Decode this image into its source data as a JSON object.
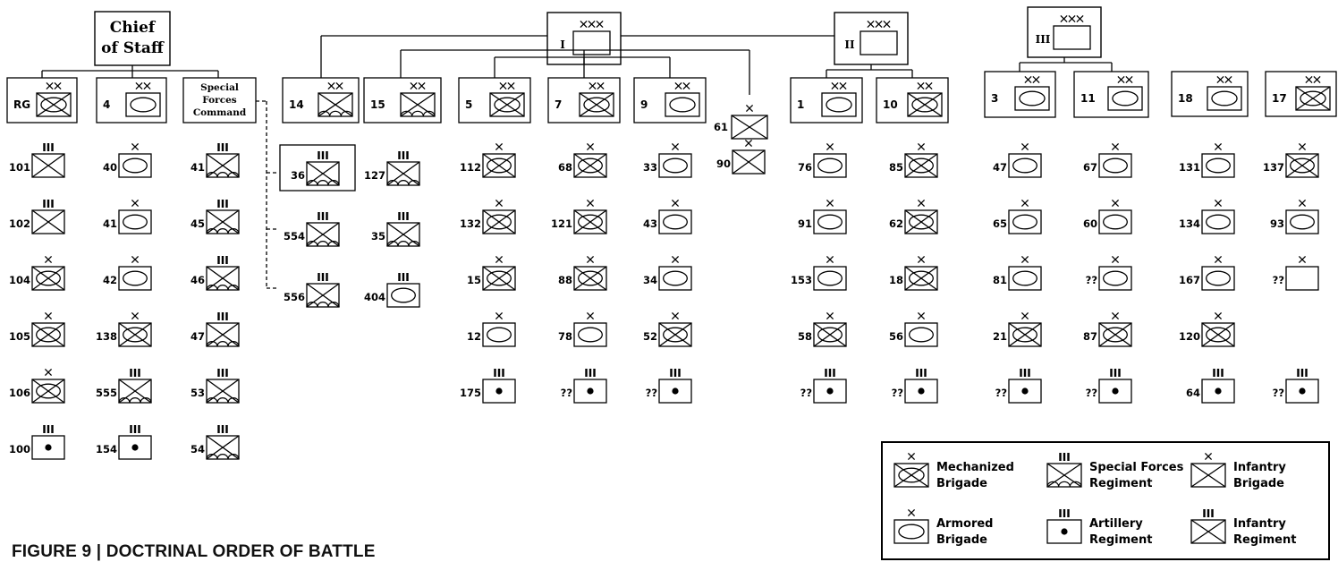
{
  "caption": "FIGURE 9 | DOCTRINAL ORDER OF BATTLE",
  "headquarters": [
    {
      "key": "cos",
      "line1": "Chief",
      "line2": "of Staff"
    },
    {
      "key": "corps-1",
      "label": "I",
      "echelon": "XXX"
    },
    {
      "key": "corps-2",
      "label": "II",
      "echelon": "XXX"
    },
    {
      "key": "corps-3",
      "label": "III",
      "echelon": "XXX"
    }
  ],
  "divisions": [
    {
      "key": "rg",
      "label": "RG",
      "type": "mech",
      "echelon": "XX"
    },
    {
      "key": "div-4",
      "label": "4",
      "type": "armor",
      "echelon": "XX"
    },
    {
      "key": "sfc",
      "lines": [
        "Special",
        "Forces",
        "Command"
      ]
    },
    {
      "key": "div-14",
      "label": "14",
      "type": "sf",
      "echelon": "XX"
    },
    {
      "key": "div-15",
      "label": "15",
      "type": "sf",
      "echelon": "XX"
    },
    {
      "key": "div-5",
      "label": "5",
      "type": "mech",
      "echelon": "XX"
    },
    {
      "key": "div-7",
      "label": "7",
      "type": "mech",
      "echelon": "XX"
    },
    {
      "key": "div-9",
      "label": "9",
      "type": "armor",
      "echelon": "XX"
    },
    {
      "key": "bde-61",
      "label": "61",
      "type": "inf",
      "echelon": "X"
    },
    {
      "key": "div-1",
      "label": "1",
      "type": "armor",
      "echelon": "XX"
    },
    {
      "key": "div-10",
      "label": "10",
      "type": "mech",
      "echelon": "XX"
    },
    {
      "key": "div-3",
      "label": "3",
      "type": "armor",
      "echelon": "XX"
    },
    {
      "key": "div-11",
      "label": "11",
      "type": "armor",
      "echelon": "XX"
    },
    {
      "key": "div-18",
      "label": "18",
      "type": "armor",
      "echelon": "XX"
    },
    {
      "key": "div-17",
      "label": "17",
      "type": "mech",
      "echelon": "XX"
    }
  ],
  "columns": [
    {
      "key": "col-rg",
      "units": [
        {
          "label": "101",
          "type": "inf",
          "echelon": "III"
        },
        {
          "label": "102",
          "type": "inf",
          "echelon": "III"
        },
        {
          "label": "104",
          "type": "mech",
          "echelon": "X"
        },
        {
          "label": "105",
          "type": "mech",
          "echelon": "X"
        },
        {
          "label": "106",
          "type": "mech",
          "echelon": "X"
        },
        {
          "label": "100",
          "type": "art",
          "echelon": "III"
        }
      ]
    },
    {
      "key": "col-4",
      "units": [
        {
          "label": "40",
          "type": "armor",
          "echelon": "X"
        },
        {
          "label": "41",
          "type": "armor",
          "echelon": "X"
        },
        {
          "label": "42",
          "type": "armor",
          "echelon": "X"
        },
        {
          "label": "138",
          "type": "mech",
          "echelon": "X"
        },
        {
          "label": "555",
          "type": "sf",
          "echelon": "III"
        },
        {
          "label": "154",
          "type": "art",
          "echelon": "III"
        }
      ]
    },
    {
      "key": "col-sfc",
      "units": [
        {
          "label": "41",
          "type": "sf",
          "echelon": "III"
        },
        {
          "label": "45",
          "type": "sf",
          "echelon": "III"
        },
        {
          "label": "46",
          "type": "sf",
          "echelon": "III"
        },
        {
          "label": "47",
          "type": "sf",
          "echelon": "III"
        },
        {
          "label": "53",
          "type": "sf",
          "echelon": "III"
        },
        {
          "label": "54",
          "type": "sf",
          "echelon": "III"
        }
      ]
    },
    {
      "key": "col-14",
      "units": [
        {
          "label": "36",
          "type": "sf",
          "echelon": "III",
          "boxed": true
        },
        {
          "label": "554",
          "type": "sf",
          "echelon": "III"
        },
        {
          "label": "556",
          "type": "sf",
          "echelon": "III"
        }
      ]
    },
    {
      "key": "col-15",
      "units": [
        {
          "label": "127",
          "type": "sf",
          "echelon": "III"
        },
        {
          "label": "35",
          "type": "sf",
          "echelon": "III"
        },
        {
          "label": "404",
          "type": "armor",
          "echelon": "III"
        }
      ]
    },
    {
      "key": "col-5",
      "units": [
        {
          "label": "112",
          "type": "mech",
          "echelon": "X"
        },
        {
          "label": "132",
          "type": "mech",
          "echelon": "X"
        },
        {
          "label": "15",
          "type": "mech",
          "echelon": "X"
        },
        {
          "label": "12",
          "type": "armor",
          "echelon": "X"
        },
        {
          "label": "175",
          "type": "art",
          "echelon": "III"
        }
      ]
    },
    {
      "key": "col-7",
      "units": [
        {
          "label": "68",
          "type": "mech",
          "echelon": "X"
        },
        {
          "label": "121",
          "type": "mech",
          "echelon": "X"
        },
        {
          "label": "88",
          "type": "mech",
          "echelon": "X"
        },
        {
          "label": "78",
          "type": "armor",
          "echelon": "X"
        },
        {
          "label": "??",
          "type": "art",
          "echelon": "III"
        }
      ]
    },
    {
      "key": "col-9",
      "units": [
        {
          "label": "33",
          "type": "armor",
          "echelon": "X"
        },
        {
          "label": "43",
          "type": "armor",
          "echelon": "X"
        },
        {
          "label": "34",
          "type": "armor",
          "echelon": "X"
        },
        {
          "label": "52",
          "type": "mech",
          "echelon": "X"
        },
        {
          "label": "??",
          "type": "art",
          "echelon": "III"
        }
      ]
    },
    {
      "key": "col-61",
      "units": [
        {
          "label": "90",
          "type": "inf",
          "echelon": "X"
        }
      ]
    },
    {
      "key": "col-1",
      "units": [
        {
          "label": "76",
          "type": "armor",
          "echelon": "X"
        },
        {
          "label": "91",
          "type": "armor",
          "echelon": "X"
        },
        {
          "label": "153",
          "type": "armor",
          "echelon": "X"
        },
        {
          "label": "58",
          "type": "mech",
          "echelon": "X"
        },
        {
          "label": "??",
          "type": "art",
          "echelon": "III"
        }
      ]
    },
    {
      "key": "col-10",
      "units": [
        {
          "label": "85",
          "type": "mech",
          "echelon": "X"
        },
        {
          "label": "62",
          "type": "mech",
          "echelon": "X"
        },
        {
          "label": "18",
          "type": "mech",
          "echelon": "X"
        },
        {
          "label": "56",
          "type": "armor",
          "echelon": "X"
        },
        {
          "label": "??",
          "type": "art",
          "echelon": "III"
        }
      ]
    },
    {
      "key": "col-3",
      "units": [
        {
          "label": "47",
          "type": "armor",
          "echelon": "X"
        },
        {
          "label": "65",
          "type": "armor",
          "echelon": "X"
        },
        {
          "label": "81",
          "type": "armor",
          "echelon": "X"
        },
        {
          "label": "21",
          "type": "mech",
          "echelon": "X"
        },
        {
          "label": "??",
          "type": "art",
          "echelon": "III"
        }
      ]
    },
    {
      "key": "col-11",
      "units": [
        {
          "label": "67",
          "type": "armor",
          "echelon": "X"
        },
        {
          "label": "60",
          "type": "armor",
          "echelon": "X"
        },
        {
          "label": "??",
          "type": "armor",
          "echelon": "X"
        },
        {
          "label": "87",
          "type": "mech",
          "echelon": "X"
        },
        {
          "label": "??",
          "type": "art",
          "echelon": "III"
        }
      ]
    },
    {
      "key": "col-18",
      "units": [
        {
          "label": "131",
          "type": "armor",
          "echelon": "X"
        },
        {
          "label": "134",
          "type": "armor",
          "echelon": "X"
        },
        {
          "label": "167",
          "type": "armor",
          "echelon": "X"
        },
        {
          "label": "120",
          "type": "mech",
          "echelon": "X"
        },
        {
          "label": "64",
          "type": "art",
          "echelon": "III"
        }
      ]
    },
    {
      "key": "col-17",
      "units": [
        {
          "label": "137",
          "type": "mech",
          "echelon": "X"
        },
        {
          "label": "93",
          "type": "armor",
          "echelon": "X"
        },
        {
          "label": "??",
          "type": "blank",
          "echelon": "X"
        },
        {
          "label": "??",
          "type": "art",
          "echelon": "III",
          "gap": true
        }
      ]
    }
  ],
  "legend": [
    {
      "type": "mech",
      "echelon": "X",
      "line1": "Mechanized",
      "line2": "Brigade"
    },
    {
      "type": "sf",
      "echelon": "III",
      "line1": "Special Forces",
      "line2": "Regiment"
    },
    {
      "type": "inf",
      "echelon": "X",
      "line1": "Infantry",
      "line2": "Brigade"
    },
    {
      "type": "armor",
      "echelon": "X",
      "line1": "Armored",
      "line2": "Brigade"
    },
    {
      "type": "art",
      "echelon": "III",
      "line1": "Artillery",
      "line2": "Regiment"
    },
    {
      "type": "inf",
      "echelon": "III",
      "line1": "Infantry",
      "line2": "Regiment"
    }
  ]
}
